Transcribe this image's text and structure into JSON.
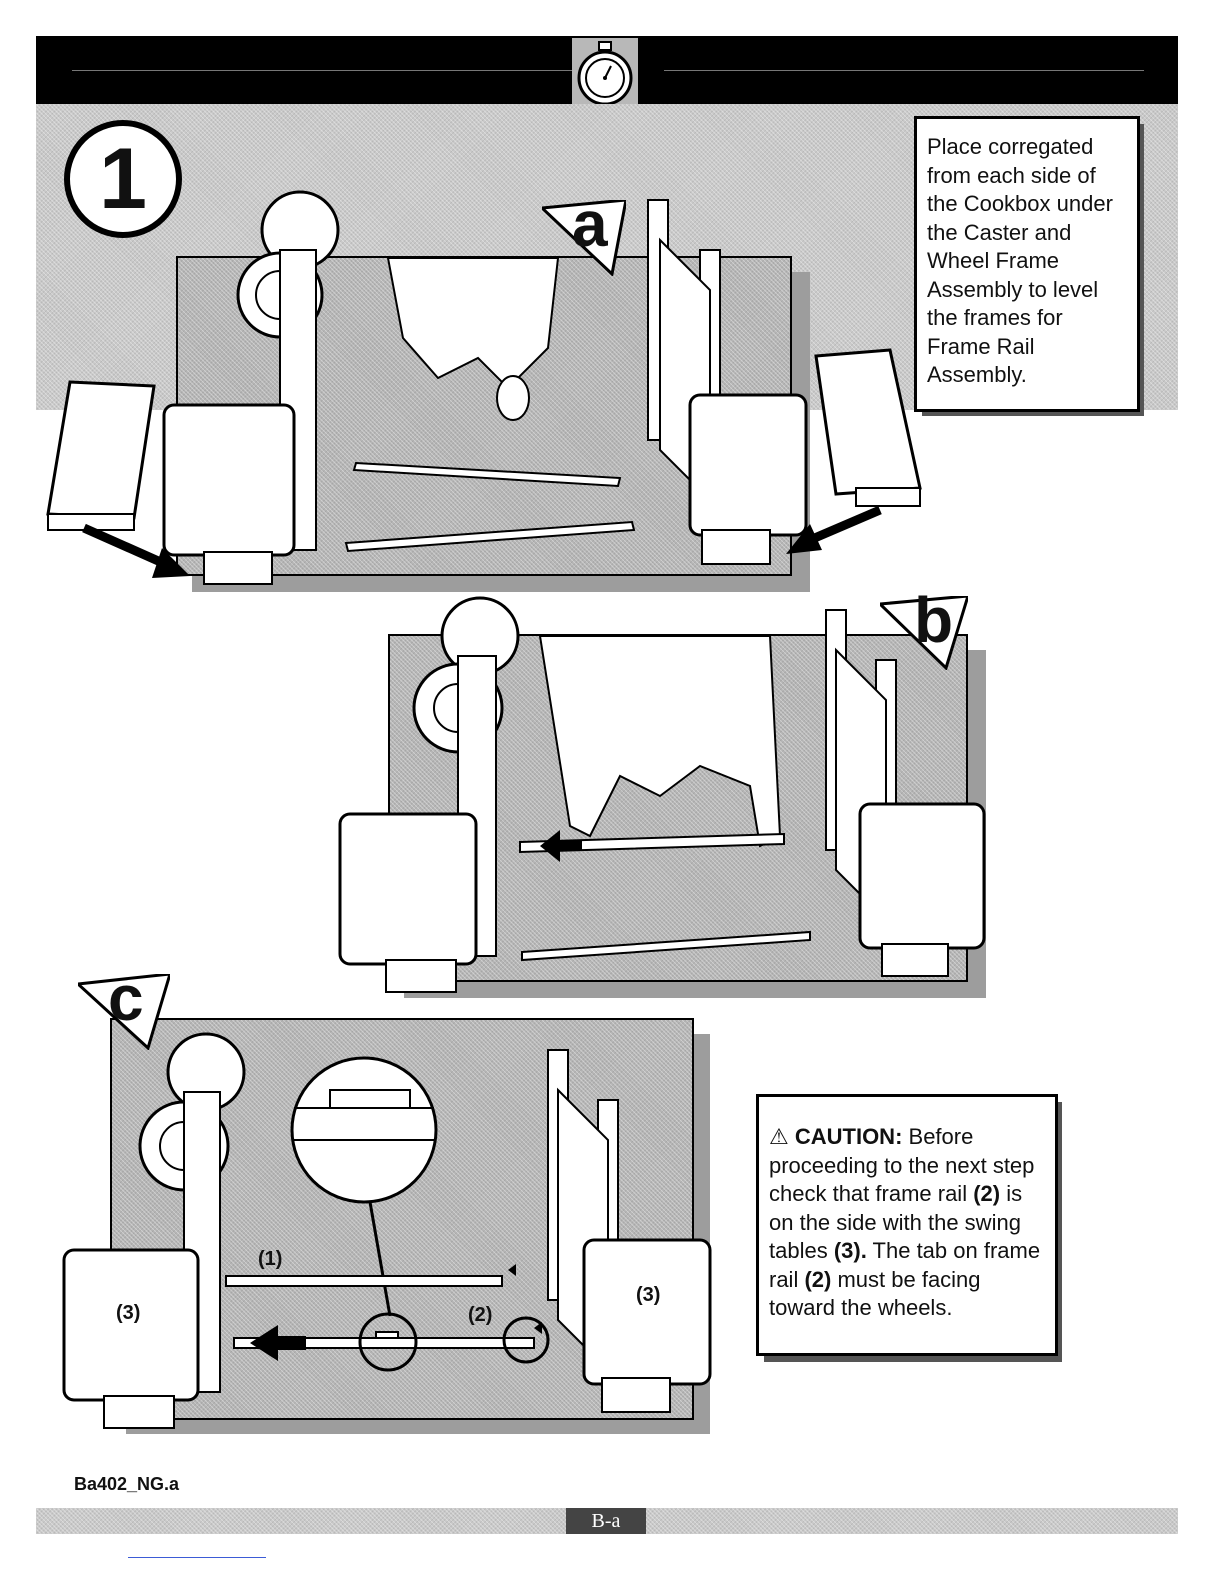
{
  "header": {
    "icon": "stopwatch-icon"
  },
  "step": {
    "number": "1"
  },
  "panels": [
    {
      "label": "a"
    },
    {
      "label": "b"
    },
    {
      "label": "c"
    }
  ],
  "instruction": {
    "text": "Place corregated from each side of the Cookbox under the Caster and Wheel Frame Assembly to level the frames for Frame Rail Assembly."
  },
  "caution": {
    "symbol": "⚠",
    "title": "CAUTION:",
    "text1": " Before proceeding to the next step check that frame rail ",
    "ref2": "(2)",
    "text2": " is on the side with the swing tables ",
    "ref3": "(3).",
    "text3": " The tab on frame rail ",
    "ref2b": "(2)",
    "text4": " must be facing toward the wheels."
  },
  "part_labels": {
    "rail_1": "(1)",
    "rail_2": "(2)",
    "table_left": "(3)",
    "table_right": "(3)"
  },
  "doc_code": "Ba402_NG.a",
  "footer": {
    "page": "B-a"
  }
}
